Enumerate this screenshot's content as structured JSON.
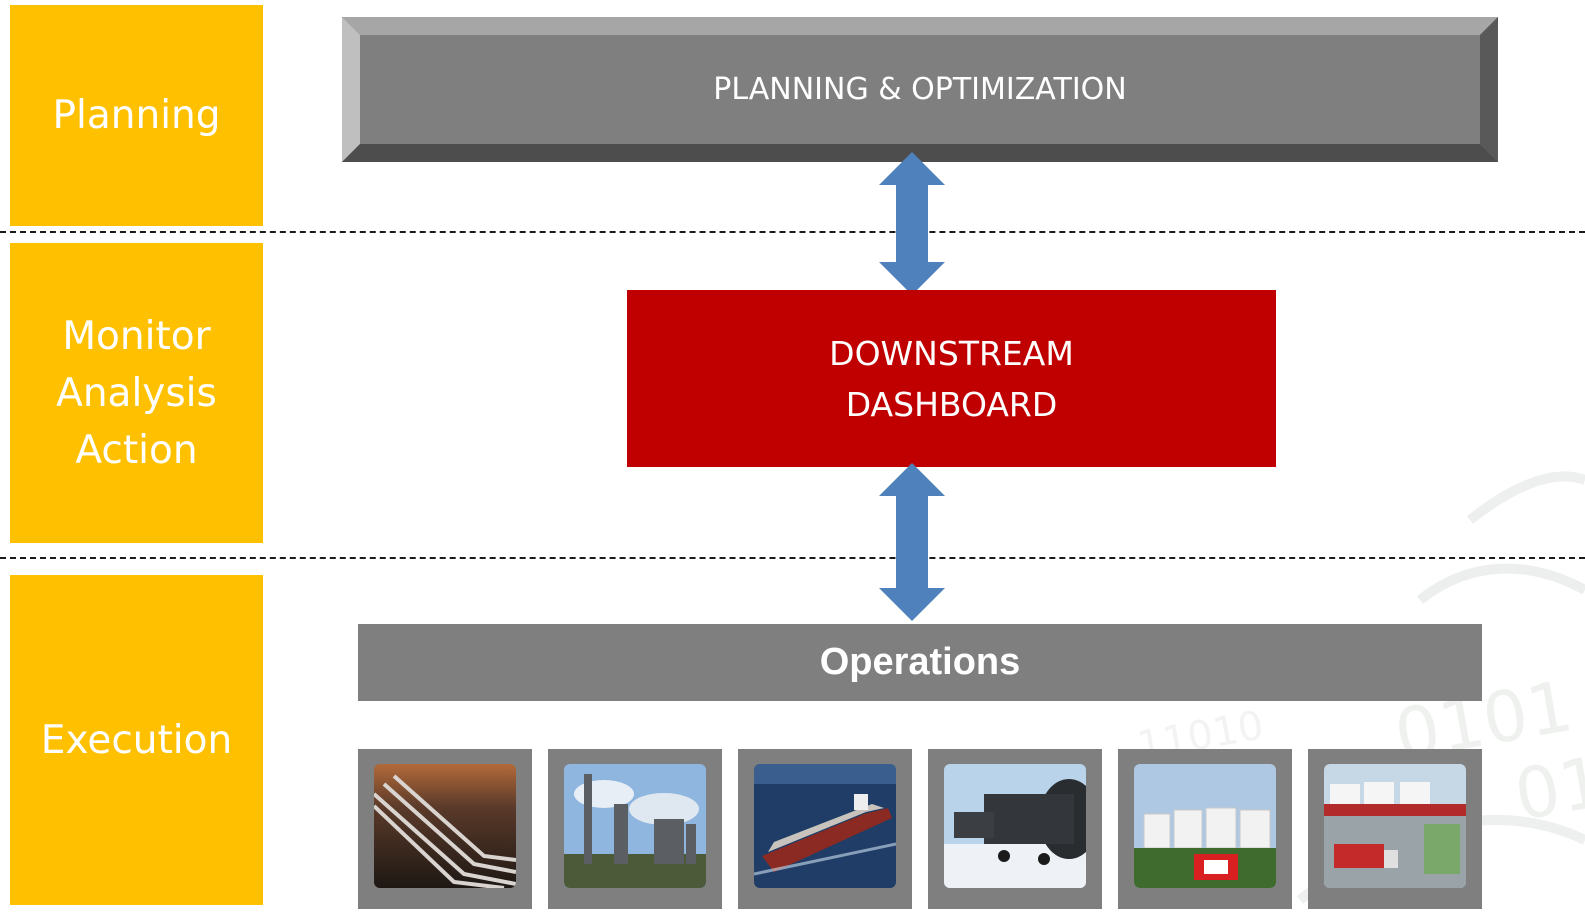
{
  "tiers": [
    {
      "label": "Planning"
    },
    {
      "label": "Monitor\nAnalysis\nAction"
    },
    {
      "label": "Execution"
    }
  ],
  "planning_box": {
    "label": "PLANNING & OPTIMIZATION"
  },
  "dashboard_box": {
    "line1": "DOWNSTREAM",
    "line2": "DASHBOARD"
  },
  "operations_bar": {
    "label": "Operations"
  },
  "operation_photos": [
    {
      "subject": "pipeline"
    },
    {
      "subject": "refinery"
    },
    {
      "subject": "tanker-ship"
    },
    {
      "subject": "rail-tank-cars"
    },
    {
      "subject": "storage-tanks"
    },
    {
      "subject": "fuel-depot"
    }
  ],
  "colors": {
    "tier": "#ffc000",
    "planning": "#7f7f7f",
    "dashboard": "#c00000",
    "arrow": "#4f81bd",
    "operations": "#7f7f7f"
  }
}
